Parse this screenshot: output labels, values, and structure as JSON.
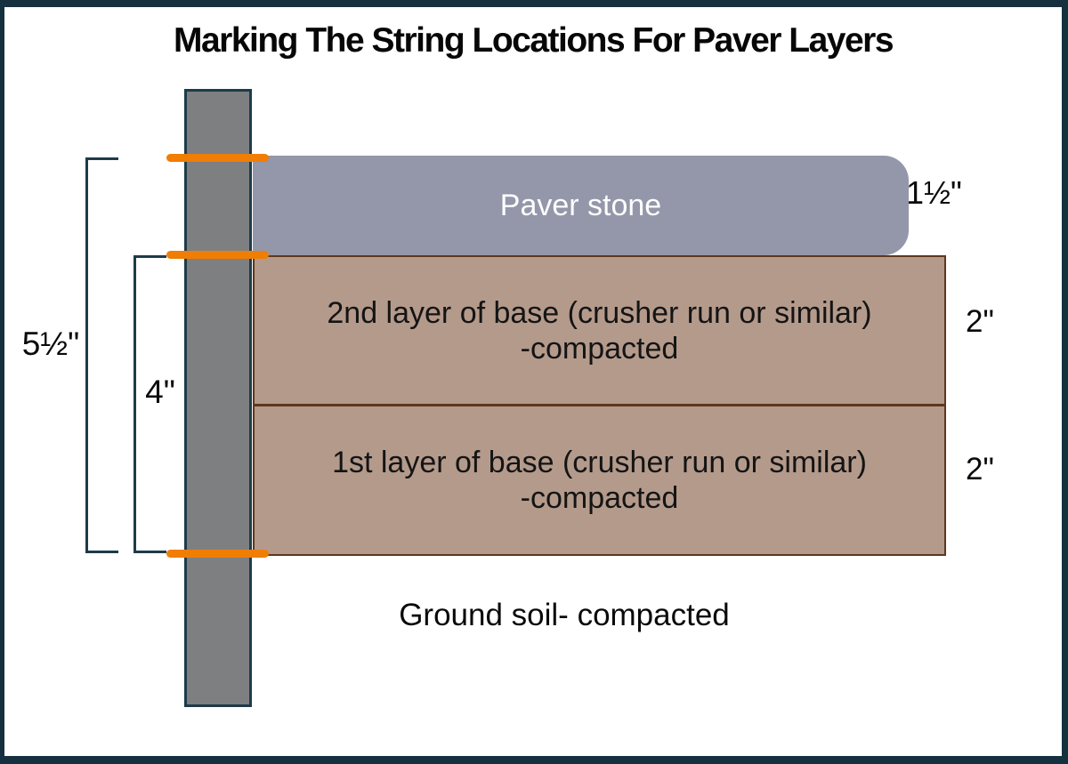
{
  "title": "Marking The String Locations For Paver Layers",
  "layers": {
    "paver": {
      "label": "Paver stone",
      "thickness": "1½\""
    },
    "base2": {
      "line1": "2nd layer of base (crusher run or similar)",
      "line2": "-compacted",
      "thickness": "2\""
    },
    "base1": {
      "line1": "1st layer of base (crusher run or similar)",
      "line2": "-compacted",
      "thickness": "2\""
    },
    "ground": {
      "label": "Ground soil- compacted"
    }
  },
  "dimensions": {
    "overall": "5½\"",
    "base_total": "4\""
  },
  "colors": {
    "frame_border": "#15303e",
    "stake_fill": "#7e7f81",
    "stake_border": "#1d3b4a",
    "paver_fill": "#9397a9",
    "paver_text": "#fdfdfd",
    "base_fill": "#b49a8b",
    "base_border": "#5e381c",
    "string_mark": "#f07d04",
    "bracket": "#1d3b4a",
    "text": "#0a0a0a"
  }
}
